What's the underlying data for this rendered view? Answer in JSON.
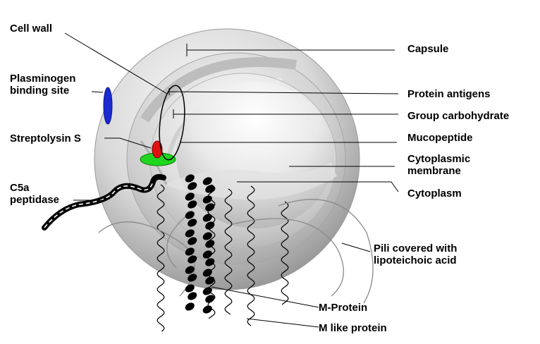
{
  "labels": {
    "cell_wall": "Cell wall",
    "plasminogen": [
      "Plasminogen",
      "binding site"
    ],
    "streptolysin": "Streptolysin S",
    "c5a": [
      "C5a",
      "peptidase"
    ],
    "capsule": "Capsule",
    "protein_antigens": "Protein antigens",
    "group_carbohydrate": "Group carbohydrate",
    "mucopeptide": "Mucopeptide",
    "cyto_membrane": [
      "Cytoplasmic",
      "membrane"
    ],
    "cytoplasm": "Cytoplasm",
    "pili": [
      "Pili covered with",
      "lipoteichoic acid"
    ],
    "m_protein": "M-Protein",
    "m_like": "M like protein"
  },
  "colors": {
    "plasminogen_site": "#1a2ccf",
    "streptolysin_red": "#e01010",
    "streptolysin_green": "#1fd61f",
    "m_protein_coil": "#000000",
    "shell_light": "#f4f4f4",
    "shell_dark": "#8e8e8e"
  }
}
